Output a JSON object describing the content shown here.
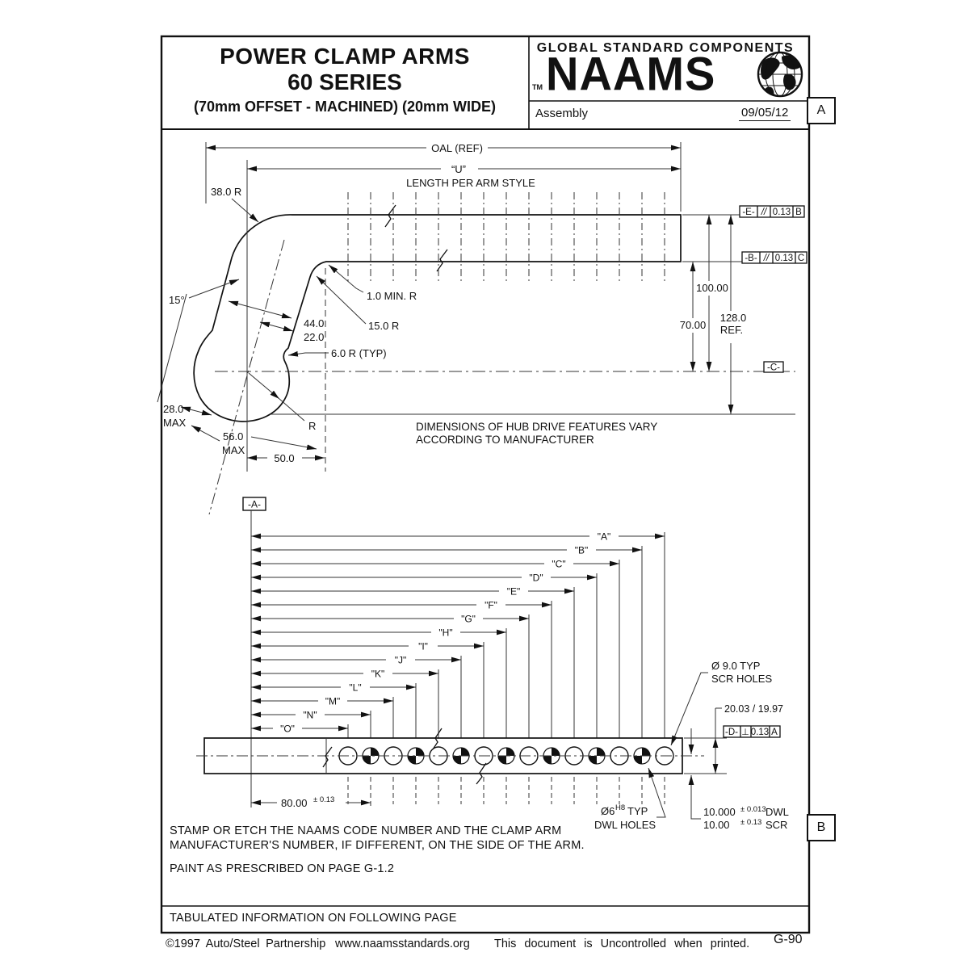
{
  "header": {
    "title_line1": "POWER CLAMP ARMS",
    "title_line2": "60 SERIES",
    "title_line3": "(70mm OFFSET - MACHINED) (20mm WIDE)",
    "brand_top": "GLOBAL STANDARD COMPONENTS",
    "brand": "NAAMS",
    "brand_tm": "TM",
    "subtitle": "Assembly",
    "date": "09/05/12",
    "zone_top": "A",
    "zone_bottom": "B"
  },
  "top_view": {
    "dim_oal": "OAL (REF)",
    "dim_u": "“U”",
    "length_note": "LENGTH PER ARM STYLE",
    "r38": "38.0 R",
    "angle": "15°",
    "d44": "44.0",
    "d22": "22.0",
    "min_r": "1.0 MIN. R",
    "r15": "15.0 R",
    "r6": "6.0 R (TYP)",
    "d28": "28.0",
    "d28_max": "MAX",
    "d56": "56.0",
    "d56_max": "MAX",
    "d50": "50.0",
    "radius_r": "R",
    "d100": "100.00",
    "d70": "70.00",
    "d128": "128.0",
    "d128_ref": "REF.",
    "fcf_e": {
      "datum": "-E-",
      "symbol": "//",
      "tol": "0.13",
      "ref": "B"
    },
    "fcf_b": {
      "datum": "-B-",
      "symbol": "//",
      "tol": "0.13",
      "ref": "C"
    },
    "datum_c": "-C-",
    "hub_note1": "DIMENSIONS OF HUB DRIVE FEATURES VARY",
    "hub_note2": "ACCORDING TO MANUFACTURER"
  },
  "plan_view": {
    "datum_a": "-A-",
    "dim_labels": [
      "\"A\"",
      "\"B\"",
      "\"C\"",
      "\"D\"",
      "\"E\"",
      "\"F\"",
      "\"G\"",
      "\"H\"",
      "\"I\"",
      "\"J\"",
      "\"K\"",
      "\"L\"",
      "\"M\"",
      "\"N\"",
      "\"O\""
    ],
    "hole_pattern": [
      "scr",
      "dwl",
      "scr",
      "dwl",
      "scr",
      "dwl",
      "scr",
      "dwl",
      "scr",
      "dwl",
      "scr",
      "dwl",
      "scr",
      "dwl",
      "scr"
    ],
    "scr_note1": "Ø 9.0 TYP",
    "scr_note2": "SCR HOLES",
    "width_note": "20.03 / 19.97",
    "fcf_d": {
      "datum": "-D-",
      "symbol": "⊥",
      "tol": "0.13",
      "ref": "A"
    },
    "d80": "80.00",
    "d80_tol": "± 0.13",
    "dwl_note1a": "Ø6",
    "dwl_note1b": "H8",
    "dwl_note1c": "TYP",
    "dwl_note2": "DWL HOLES",
    "dwl_dim": "10.000",
    "dwl_tol": "± 0.013",
    "dwl_suffix": "DWL",
    "scr_dim": "10.00",
    "scr_tol": "± 0.13",
    "scr_suffix": "SCR"
  },
  "notes": {
    "stamp1": "STAMP OR ETCH THE NAAMS CODE NUMBER AND THE CLAMP ARM",
    "stamp2": "MANUFACTURER'S NUMBER, IF DIFFERENT, ON THE SIDE OF THE ARM.",
    "paint": "PAINT AS PRESCRIBED ON PAGE G-1.2",
    "tabulated": "TABULATED INFORMATION ON FOLLOWING PAGE"
  },
  "footer": {
    "copyright": "©1997 Auto/Steel Partnership",
    "url": "www.naamsstandards.org",
    "uncontrolled": "This document is Uncontrolled when printed.",
    "page": "G-90"
  },
  "colors": {
    "ink": "#111111",
    "paper": "#ffffff"
  }
}
